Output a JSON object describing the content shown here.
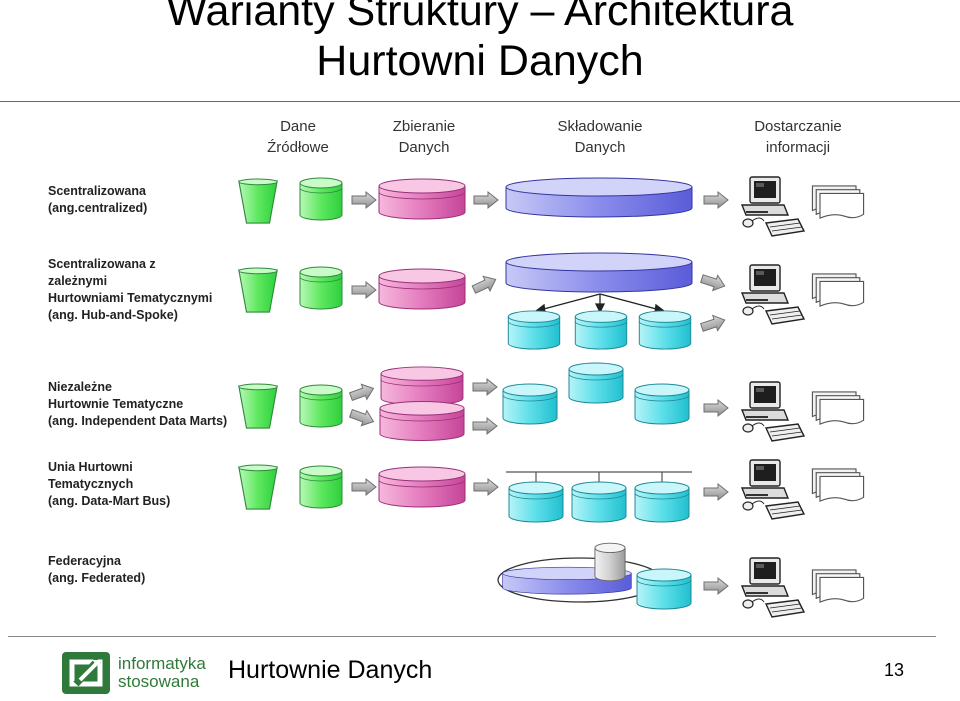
{
  "title": {
    "line1": "Warianty Struktury – Architektura",
    "line2": "Hurtowni Danych"
  },
  "columns": [
    {
      "line1": "Dane",
      "line2": "Źródłowe"
    },
    {
      "line1": "Zbieranie",
      "line2": "Danych"
    },
    {
      "line1": "Składowanie",
      "line2": "Danych"
    },
    {
      "line1": "Dostarczanie",
      "line2": "informacji"
    }
  ],
  "rows": [
    {
      "lines": [
        "Scentralizowana",
        "(ang.centralized)"
      ]
    },
    {
      "lines": [
        "Scentralizowana z",
        "zależnymi",
        "Hurtowniami Tematycznymi",
        "(ang. Hub-and-Spoke)"
      ]
    },
    {
      "lines": [
        "Niezależne",
        "Hurtownie Tematyczne",
        "(ang. Independent Data Marts)"
      ]
    },
    {
      "lines": [
        "Unia Hurtowni",
        "Tematycznych",
        "(ang. Data-Mart Bus)"
      ]
    },
    {
      "lines": [
        "Federacyjna",
        "(ang. Federated)"
      ]
    }
  ],
  "footer": {
    "logo_line1": "informatyka",
    "logo_line2": "stosowana",
    "course": "Hurtownie Danych",
    "page": "13"
  },
  "colors": {
    "source": "#7ef07e",
    "staging": "#e06fb8",
    "warehouse": "#7c7ee8",
    "mart": "#55dde8",
    "federated_db": "#d0d0d0",
    "arrow": "#a8a8a8",
    "logo": "#2f7a3a"
  },
  "icons": [
    "funnel-icon",
    "cylinder-icon",
    "arrow-right-icon",
    "computer-icon",
    "report-stack-icon"
  ]
}
